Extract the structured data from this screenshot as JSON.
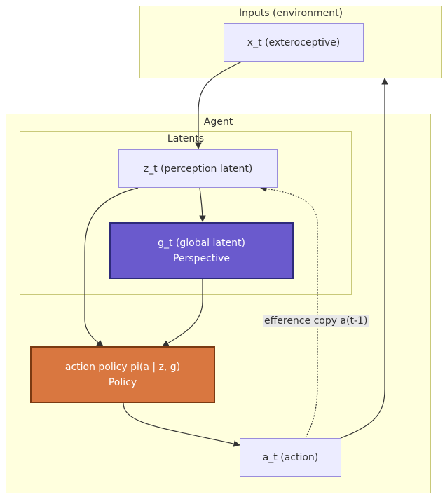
{
  "clusters": {
    "inputs": {
      "label": "Inputs (environment)"
    },
    "agent": {
      "label": "Agent"
    },
    "latents": {
      "label": "Latents"
    }
  },
  "nodes": {
    "x_t": {
      "label": "x_t (exteroceptive)"
    },
    "z_t": {
      "label": "z_t (perception latent)"
    },
    "g_t": {
      "line1": "g_t (global latent)",
      "line2": "Perspective"
    },
    "policy": {
      "line1": "action policy pi(a | z, g)",
      "line2": "Policy"
    },
    "a_t": {
      "label": "a_t (action)"
    }
  },
  "edges": {
    "efference_label": "efference copy a(t-1)"
  },
  "colors": {
    "cluster_fill": "#ffffde",
    "cluster_border": "#c9c97a",
    "node_fill": "#ececff",
    "node_border": "#9a8ddb",
    "global_fill": "#6a5acd",
    "policy_fill": "#d97740",
    "edge": "#333333"
  }
}
